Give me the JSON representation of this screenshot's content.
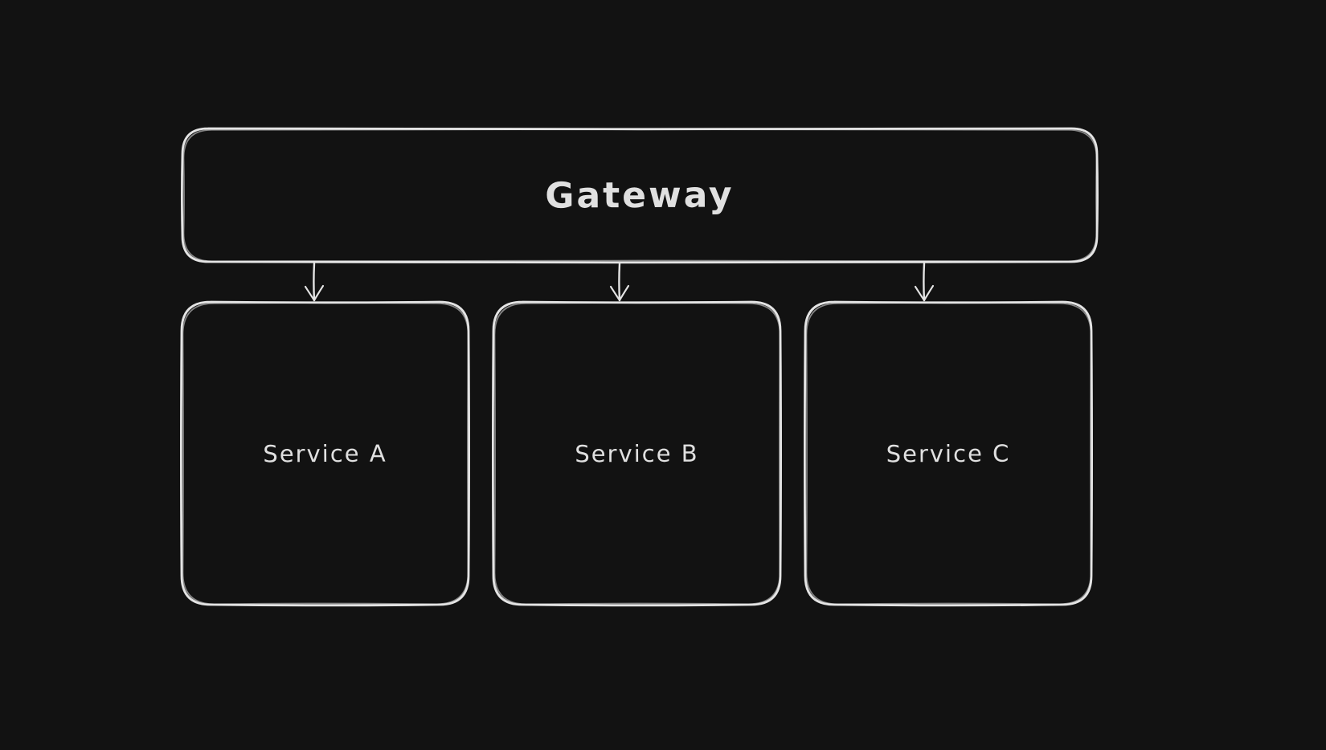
{
  "diagram": {
    "background_color": "#121212",
    "stroke_color": "#e4e4e4",
    "text_color": "#e0e0e0",
    "nodes": [
      {
        "id": "gateway",
        "label": "Gateway"
      },
      {
        "id": "service-a",
        "label": "Service A"
      },
      {
        "id": "service-b",
        "label": "Service B"
      },
      {
        "id": "service-c",
        "label": "Service C"
      }
    ],
    "connectors": [
      {
        "from": "gateway",
        "to": "service-a"
      },
      {
        "from": "gateway",
        "to": "service-b"
      },
      {
        "from": "gateway",
        "to": "service-c"
      }
    ]
  }
}
